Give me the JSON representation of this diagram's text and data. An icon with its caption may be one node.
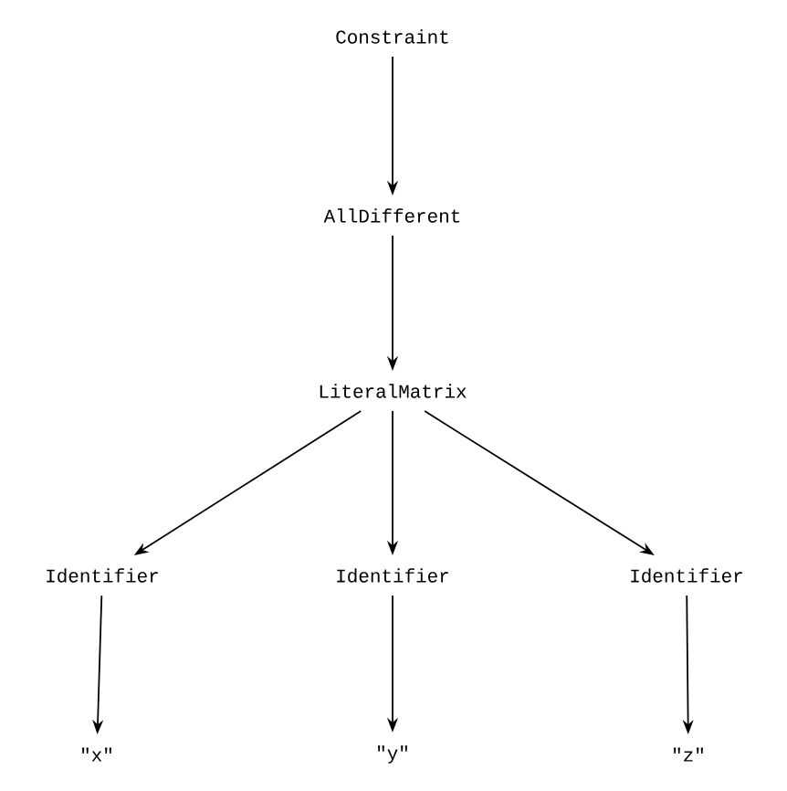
{
  "diagram": {
    "nodes": [
      {
        "text": [
          "Constraint"
        ]
      },
      {
        "text": [
          "AllDifferent"
        ]
      },
      {
        "text": [
          "LiteralMatrix"
        ]
      },
      {
        "text": [
          "Identifier"
        ]
      },
      {
        "text": [
          "Identifier"
        ]
      },
      {
        "text": [
          "Identifier"
        ]
      },
      {
        "text": [
          "\"x\""
        ]
      },
      {
        "text": [
          "\"y\""
        ]
      },
      {
        "text": [
          "\"z\""
        ]
      }
    ],
    "edges": [
      {
        "from": 0,
        "to": 1,
        "arrow": "to"
      },
      {
        "from": 1,
        "to": 2,
        "arrow": "to"
      },
      {
        "from": 2,
        "to": 3,
        "arrow": "to"
      },
      {
        "from": 2,
        "to": 4,
        "arrow": "to"
      },
      {
        "from": 2,
        "to": 5,
        "arrow": "to"
      },
      {
        "from": 3,
        "to": 6,
        "arrow": "to"
      },
      {
        "from": 4,
        "to": 7,
        "arrow": "to"
      },
      {
        "from": 5,
        "to": 8,
        "arrow": "to"
      }
    ]
  }
}
